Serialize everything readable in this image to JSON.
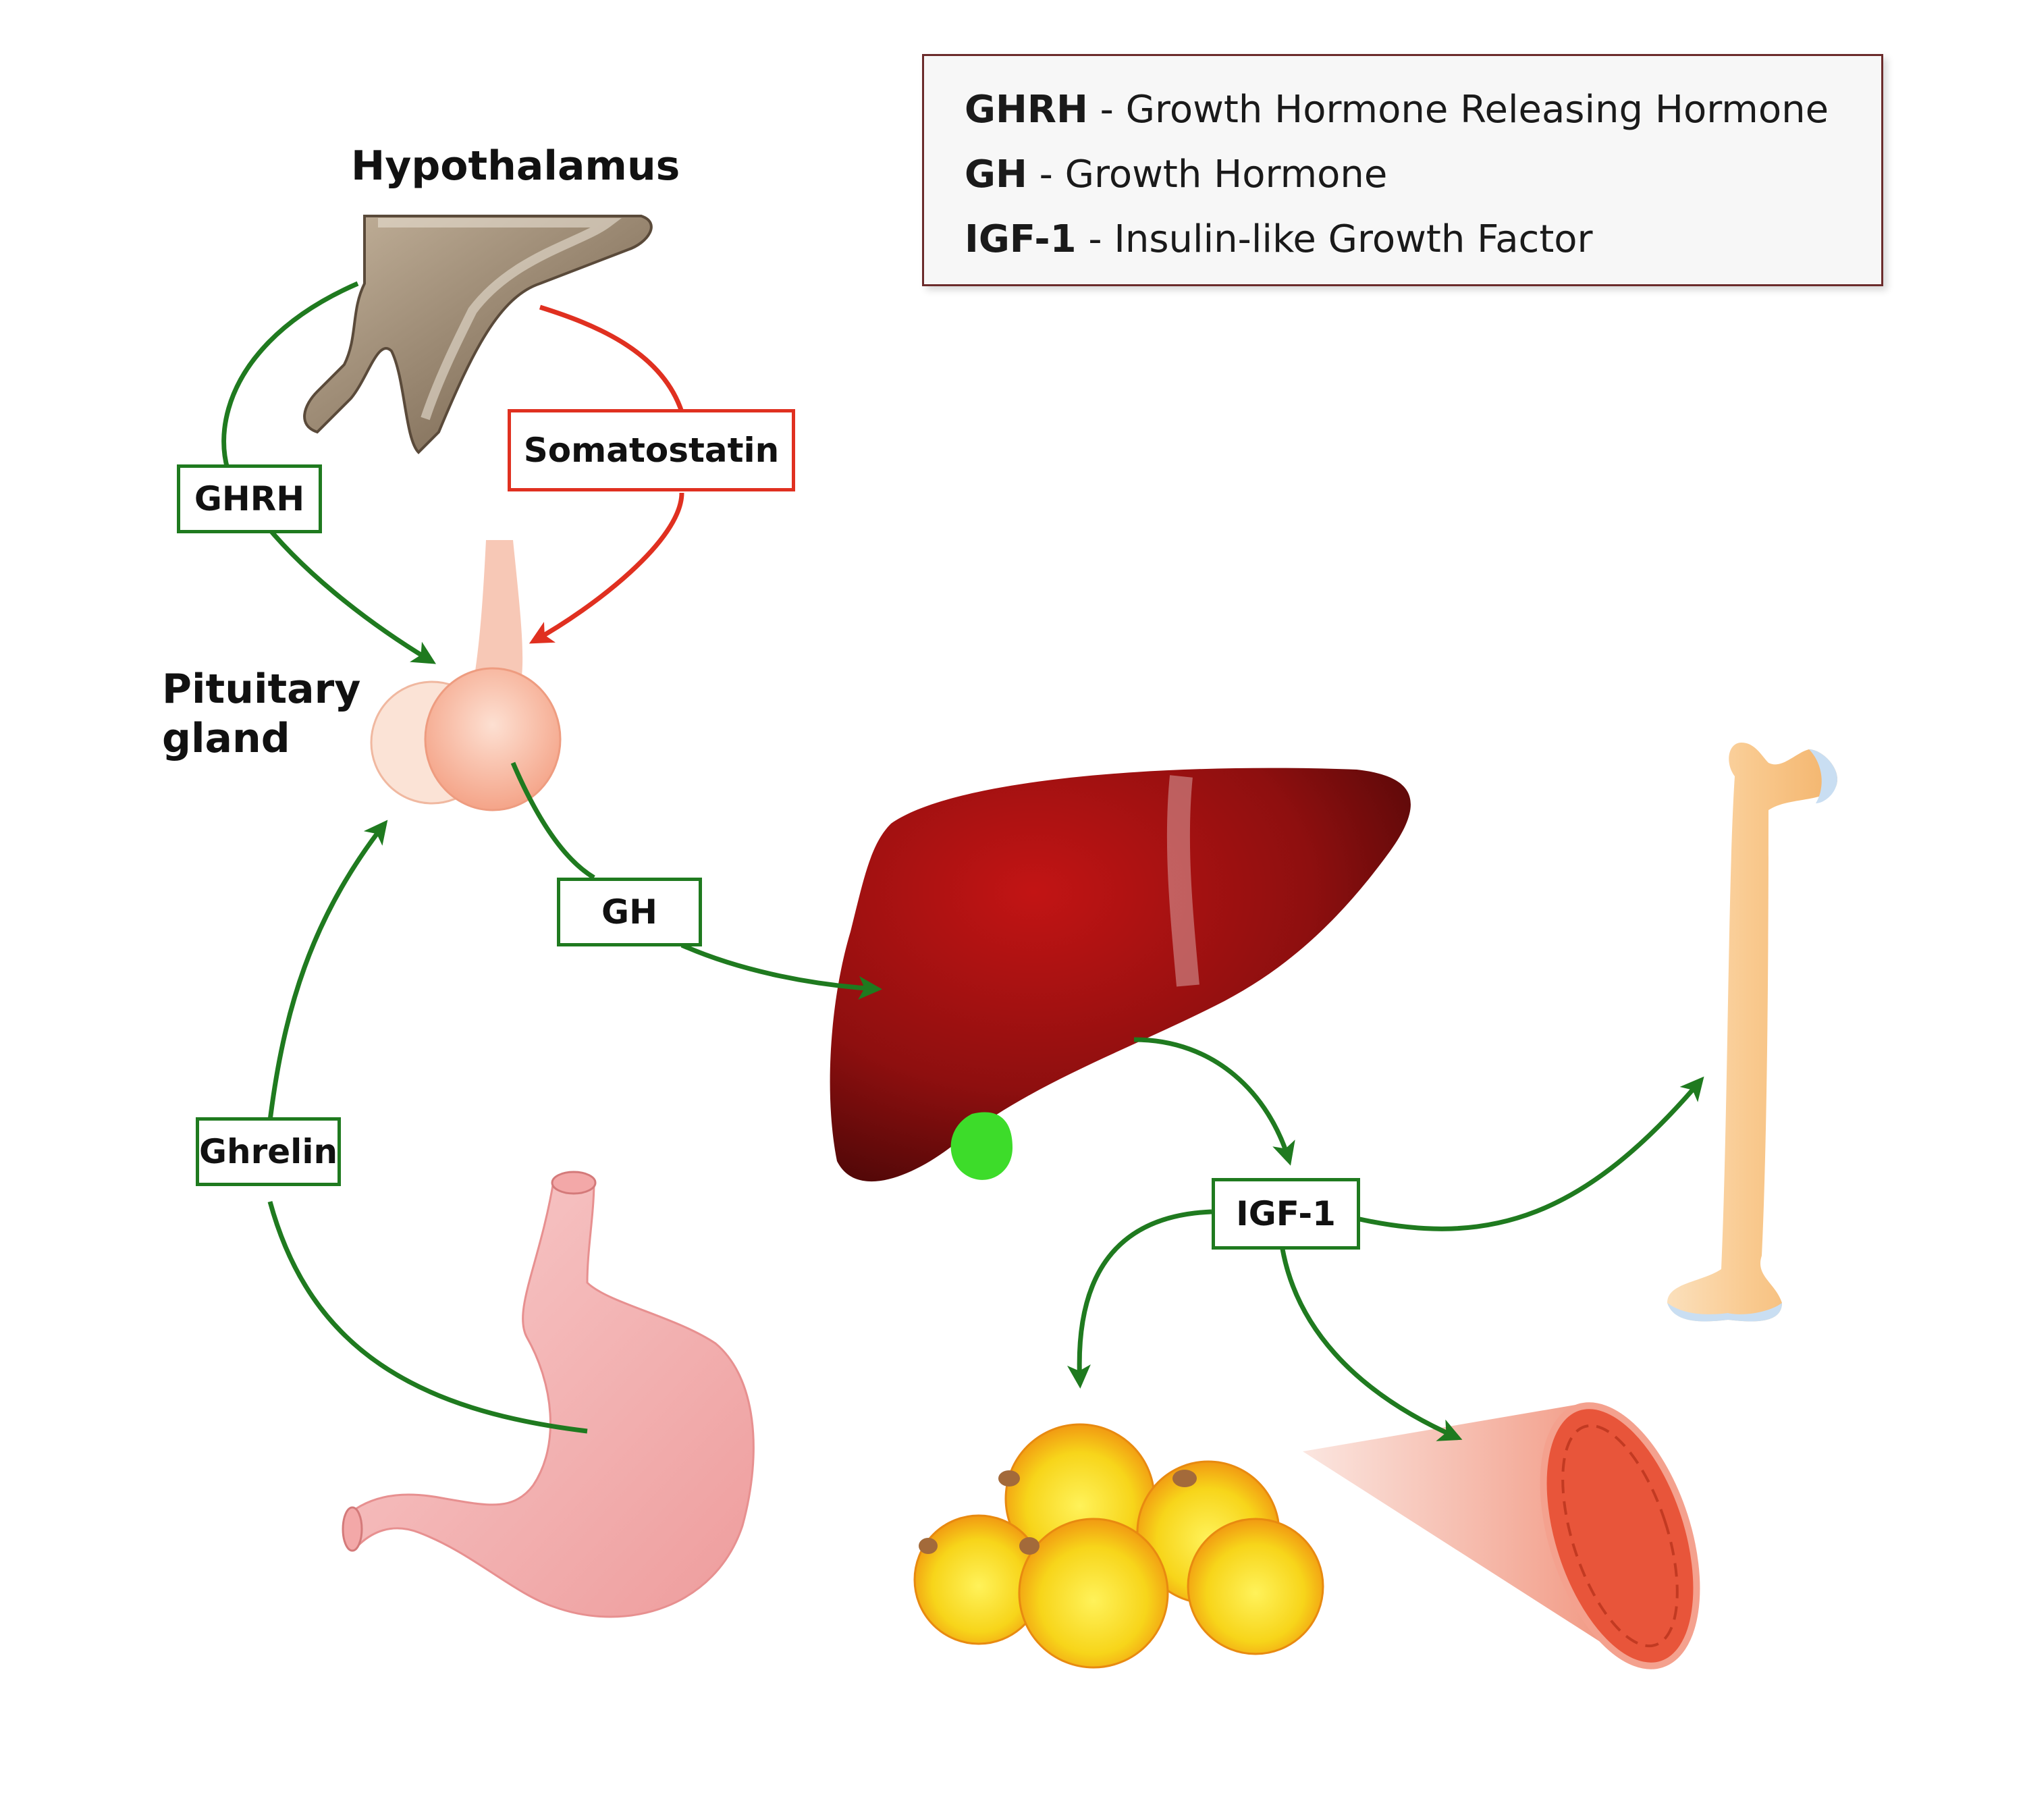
{
  "legend": {
    "rows": [
      {
        "abbr": "GHRH",
        "desc": " - Growth Hormone Releasing Hormone"
      },
      {
        "abbr": "GH",
        "desc": " - Growth Hormone"
      },
      {
        "abbr": "IGF-1",
        "desc": " - Insulin-like Growth Factor"
      }
    ]
  },
  "organs": {
    "hypothalamus": "Hypothalamus",
    "pituitary_line1": "Pituitary",
    "pituitary_line2": "gland"
  },
  "tags": {
    "ghrh": "GHRH",
    "somatostatin": "Somatostatin",
    "gh": "GH",
    "ghrelin": "Ghrelin",
    "igf1": "IGF-1"
  },
  "colors": {
    "stimulate_arrow": "#1f7a1f",
    "inhibit_arrow": "#e03020",
    "legend_border": "#6b2b2b",
    "liver": "#8e0f0f",
    "gallbladder": "#3ddc2a",
    "stomach": "#f4b5b5",
    "pituitary": "#f6b49a",
    "hypothalamus": "#8a7560",
    "bone": "#f9c98e",
    "fat_cell": "#f7c51a",
    "muscle": "#e8553a"
  }
}
